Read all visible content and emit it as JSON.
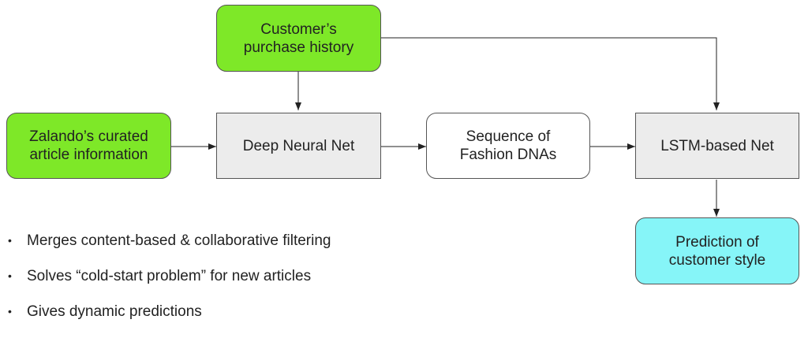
{
  "nodes": {
    "purchase_history": {
      "line1": "Customer’s",
      "line2": "purchase history",
      "color": "#7ee828"
    },
    "curated_info": {
      "line1": "Zalando’s curated",
      "line2": "article information",
      "color": "#7ee828"
    },
    "deep_net": {
      "label": "Deep Neural Net",
      "color": "#ececec"
    },
    "dna_sequence": {
      "line1": "Sequence of",
      "line2": "Fashion DNAs",
      "color": "#ffffff"
    },
    "lstm_net": {
      "label": "LSTM-based Net",
      "color": "#ececec"
    },
    "prediction": {
      "line1": "Prediction of",
      "line2": "customer style",
      "color": "#86f5f8"
    }
  },
  "edges": [
    {
      "from": "purchase_history",
      "to": "deep_net"
    },
    {
      "from": "purchase_history",
      "to": "lstm_net"
    },
    {
      "from": "curated_info",
      "to": "deep_net"
    },
    {
      "from": "deep_net",
      "to": "dna_sequence"
    },
    {
      "from": "dna_sequence",
      "to": "lstm_net"
    },
    {
      "from": "lstm_net",
      "to": "prediction"
    }
  ],
  "bullets": {
    "marker": "•",
    "items": [
      "Merges content-based & collaborative filtering",
      "Solves “cold-start problem” for new articles",
      "Gives dynamic predictions"
    ]
  }
}
